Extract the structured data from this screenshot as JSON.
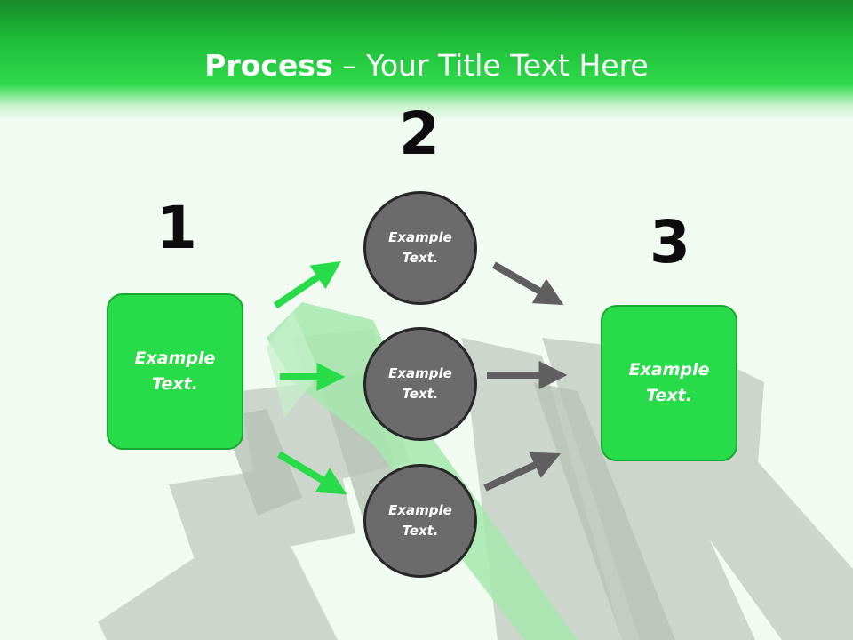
{
  "header": {
    "title_bold": "Process",
    "title_rest": " – Your Title Text Here"
  },
  "steps": [
    {
      "number": "1",
      "text_line1": "Example",
      "text_line2": "Text."
    },
    {
      "number": "2"
    },
    {
      "number": "3",
      "text_line1": "Example",
      "text_line2": "Text."
    }
  ],
  "circles": [
    {
      "text_line1": "Example",
      "text_line2": "Text."
    },
    {
      "text_line1": "Example",
      "text_line2": "Text."
    },
    {
      "text_line1": "Example",
      "text_line2": "Text."
    }
  ],
  "colors": {
    "green": "#27dc48",
    "dark_green": "#18a832",
    "gray": "#6b6b6b",
    "arrow_gray": "#5f5f5f"
  }
}
